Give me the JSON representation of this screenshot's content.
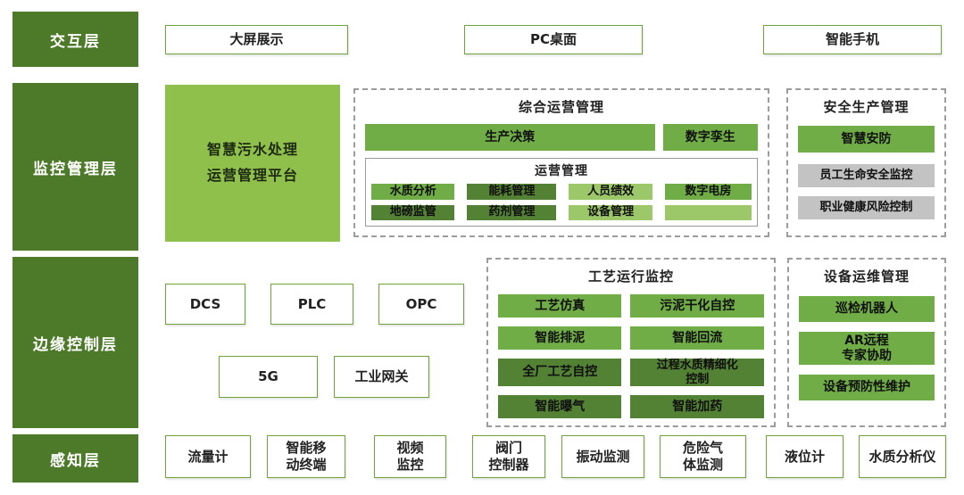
{
  "colors": {
    "layer_green": "#4d7a28",
    "platform_green": "#8fc04c",
    "mid_green": "#70ad47",
    "dark_green": "#548235",
    "light_green": "#9dc86a",
    "gray_bar": "#c3c3c3",
    "box_border": "#6fa33c",
    "dashed_border": "#9c9c9c"
  },
  "layers": {
    "interaction": "交互层",
    "monitoring": "监控管理层",
    "edge": "边缘控制层",
    "perception": "感知层"
  },
  "interaction": {
    "items": [
      "大屏展示",
      "PC桌面",
      "智能手机"
    ]
  },
  "monitoring": {
    "platform": "智慧污水处理\n运营管理平台",
    "operations": {
      "title": "综合运营管理",
      "production_decision": "生产决策",
      "digital_twin": "数字孪生",
      "ops": {
        "title": "运营管理",
        "items": [
          "水质分析",
          "能耗管理",
          "人员绩效",
          "数字电房",
          "地磅监管",
          "药剂管理",
          "设备管理",
          ""
        ]
      }
    },
    "safety": {
      "title": "安全生产管理",
      "items": [
        "智慧安防",
        "员工生命安全监控",
        "职业健康风险控制"
      ]
    }
  },
  "edge": {
    "nodes": [
      "DCS",
      "PLC",
      "OPC",
      "5G",
      "工业网关"
    ],
    "process": {
      "title": "工艺运行监控",
      "items": [
        "工艺仿真",
        "污泥干化自控",
        "智能排泥",
        "智能回流",
        "全厂工艺自控",
        "过程水质精细化\n控制",
        "智能曝气",
        "智能加药"
      ]
    },
    "devices": {
      "title": "设备运维管理",
      "items": [
        "巡检机器人",
        "AR远程\n专家协助",
        "设备预防性维护"
      ]
    }
  },
  "perception": {
    "items": [
      "流量计",
      "智能移\n动终端",
      "视频\n监控",
      "阀门\n控制器",
      "振动监测",
      "危险气\n体监测",
      "液位计",
      "水质分析仪"
    ]
  }
}
